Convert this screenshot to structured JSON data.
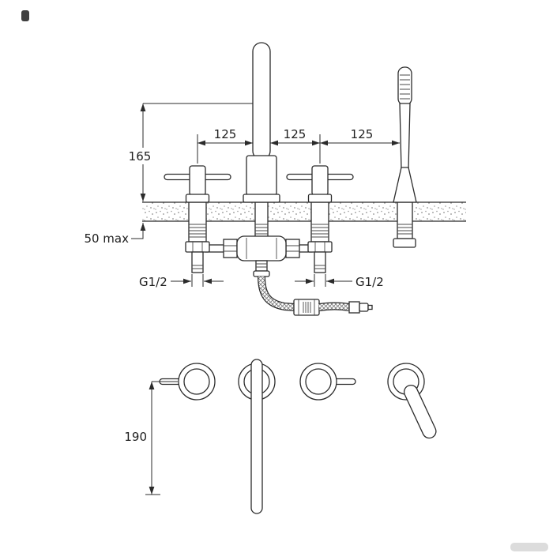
{
  "diagram": {
    "ink_color": "#2b2b2b",
    "labels": {
      "dim_165": "165",
      "dim_125_a": "125",
      "dim_125_b": "125",
      "dim_125_c": "125",
      "dim_50max": "50 max",
      "g12_left": "G1/2",
      "g12_right": "G1/2",
      "dim_190": "190"
    }
  }
}
